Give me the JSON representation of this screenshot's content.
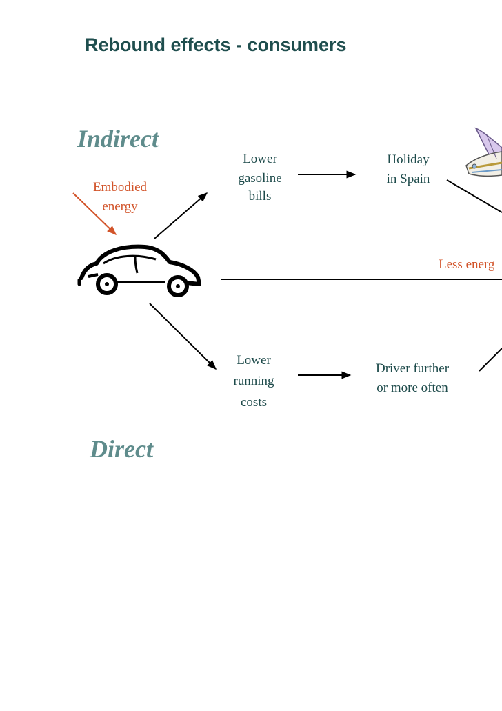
{
  "title": "Rebound effects - consumers",
  "labels": {
    "indirect": "Indirect",
    "direct": "Direct"
  },
  "embodied": {
    "line1": "Embodied",
    "line2": "energy"
  },
  "nodes": {
    "lower_gasoline": [
      "Lower",
      "gasoline",
      "bills"
    ],
    "holiday": [
      "Holiday",
      "in Spain"
    ],
    "lower_running": [
      "Lower",
      "running",
      "costs"
    ],
    "driver_further": [
      "Driver further",
      "or more often"
    ],
    "less_energy": "Less energ"
  },
  "icons": [
    "car-icon",
    "airplane-icon"
  ],
  "colors": {
    "title": "#1f4e4e",
    "node_text": "#1e4b4b",
    "big_label": "#5f8c8c",
    "accent_red": "#d2542a"
  }
}
